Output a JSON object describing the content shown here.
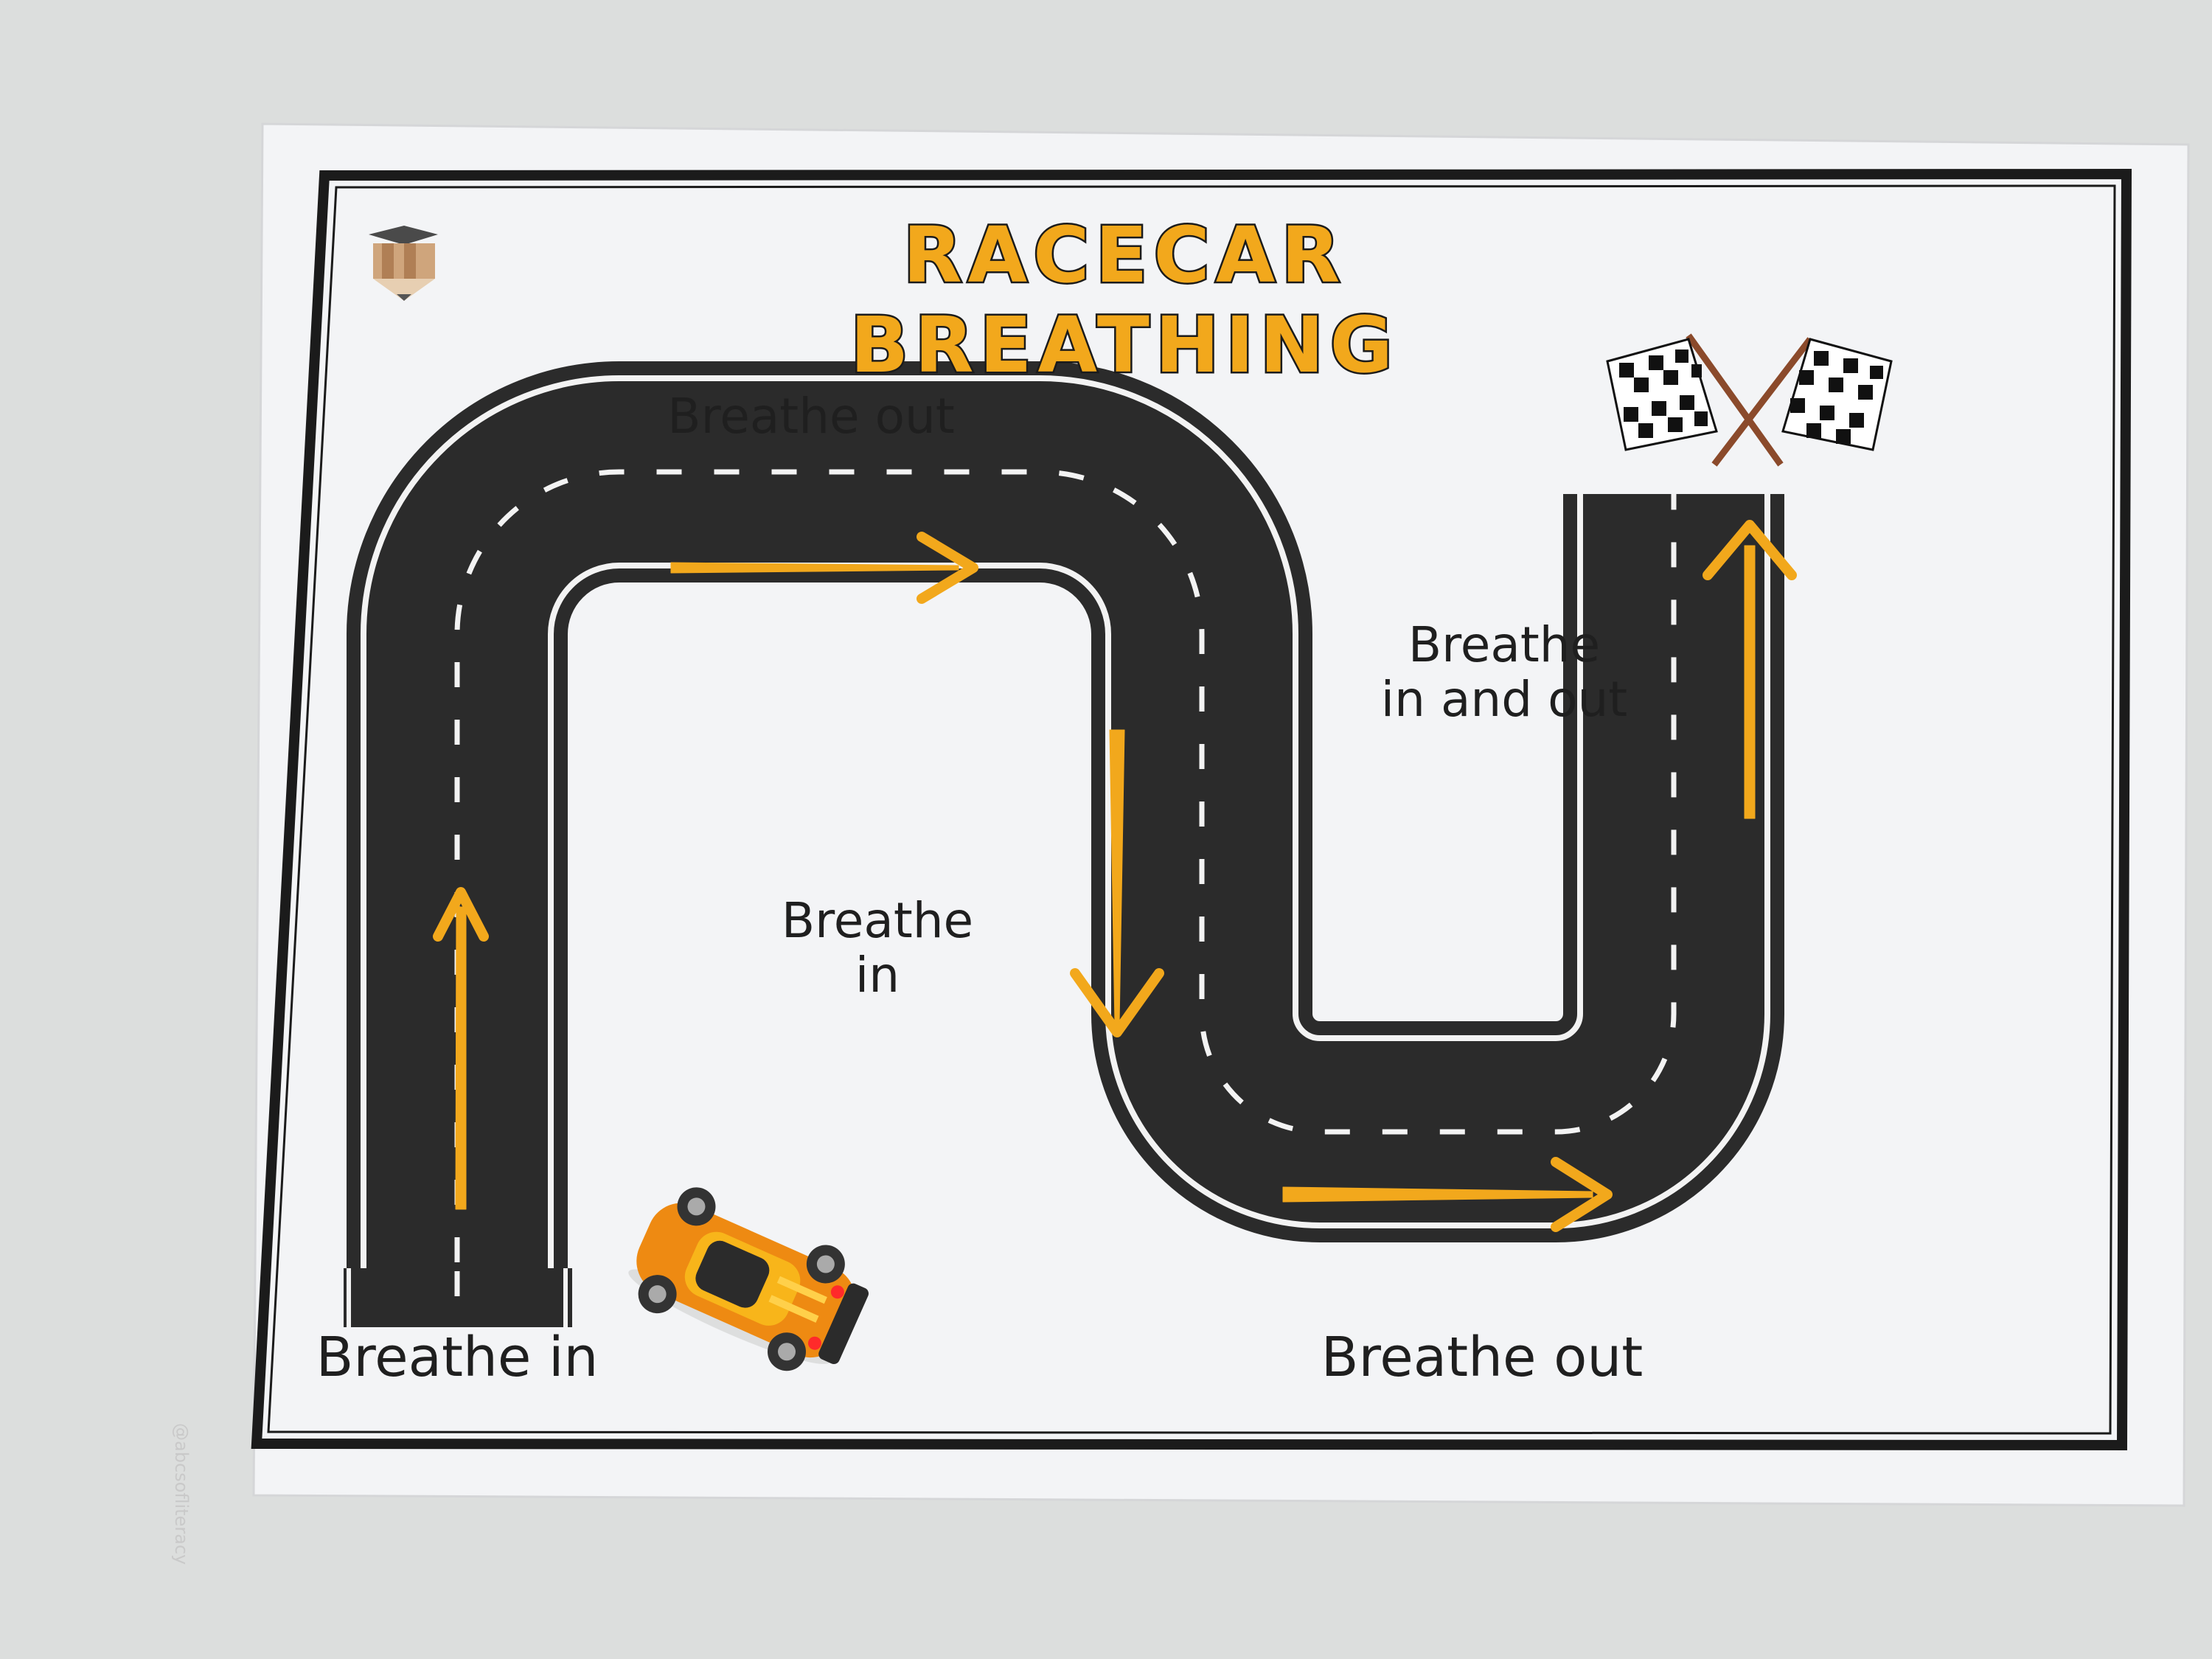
{
  "title": "RACECAR BREATHING",
  "labels": {
    "breathe_in_start": "Breathe in",
    "breathe_out_top": "Breathe out",
    "breathe_in_middle": "Breathe\nin",
    "breathe_out_bottom": "Breathe out",
    "breathe_in_and_out": "Breathe\nin and out"
  },
  "watermark": "@abcsofliteracy",
  "colors": {
    "background": "#dcdedd",
    "paper": "#f3f4f6",
    "frame": "#1b1b1b",
    "road": "#2b2b2b",
    "lane_marking": "#f3f3f3",
    "arrow": "#f2a81c",
    "title_fill": "#f2a81c"
  },
  "icons": {
    "logo": "graduation-cap-pencil-icon",
    "finish": "checkered-flags-icon",
    "car": "sports-car-icon",
    "arrows": "arrow-icon"
  }
}
